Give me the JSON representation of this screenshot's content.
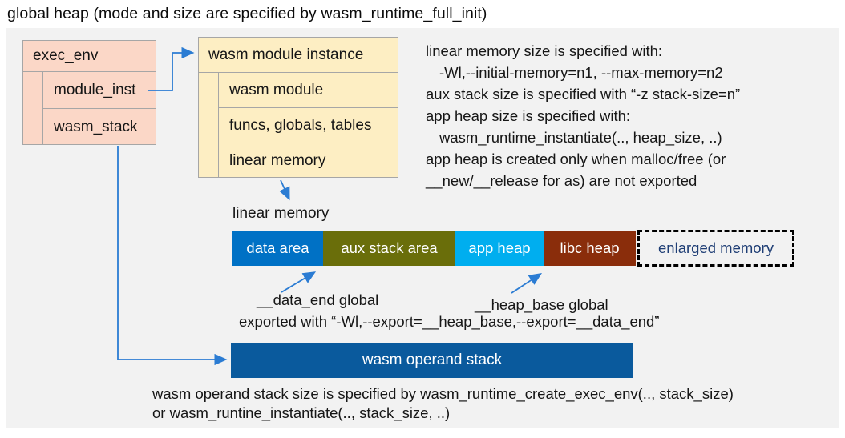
{
  "title": "global heap (mode and size are specified by wasm_runtime_full_init)",
  "exec_env": {
    "header": "exec_env",
    "rows": [
      "module_inst",
      "wasm_stack"
    ]
  },
  "module_instance": {
    "header": "wasm module instance",
    "rows": [
      "wasm module",
      "funcs, globals, tables",
      "linear memory"
    ]
  },
  "notes": {
    "lines": [
      "linear memory size is specified with:",
      "-Wl,--initial-memory=n1, --max-memory=n2",
      "aux stack size is specified with “-z stack-size=n”",
      "app heap size is specified with:",
      "wasm_runtime_instantiate(.., heap_size, ..)",
      "app heap is created only when malloc/free (or",
      "__new/__release for as) are not exported"
    ]
  },
  "linear_memory": {
    "label": "linear memory",
    "segments": [
      {
        "label": "data area",
        "color": "#0071c5"
      },
      {
        "label": "aux stack area",
        "color": "#6a6e0a"
      },
      {
        "label": "app heap",
        "color": "#00aeef"
      },
      {
        "label": "libc heap",
        "color": "#8a2d0b"
      }
    ],
    "enlarged": {
      "label": "enlarged memory",
      "text_color": "#1f3e75"
    }
  },
  "annotations": {
    "data_end": "__data_end global",
    "heap_base": "__heap_base global",
    "exported": "exported with “-Wl,--export=__heap_base,--export=__data_end”"
  },
  "operand_stack": {
    "label": "wasm operand stack",
    "color": "#0a5a9d"
  },
  "footer": {
    "lines": [
      "wasm operand stack size is specified by wasm_runtime_create_exec_env(.., stack_size)",
      "or wasm_runtine_instantiate(.., stack_size, ..)"
    ]
  },
  "colors": {
    "panel_bg": "#f2f2f2",
    "box_border": "#a6a6a6",
    "exec_env_fill": "#fbd7c7",
    "module_instance_fill": "#fdeec3",
    "arrow": "#2b7cd3"
  }
}
